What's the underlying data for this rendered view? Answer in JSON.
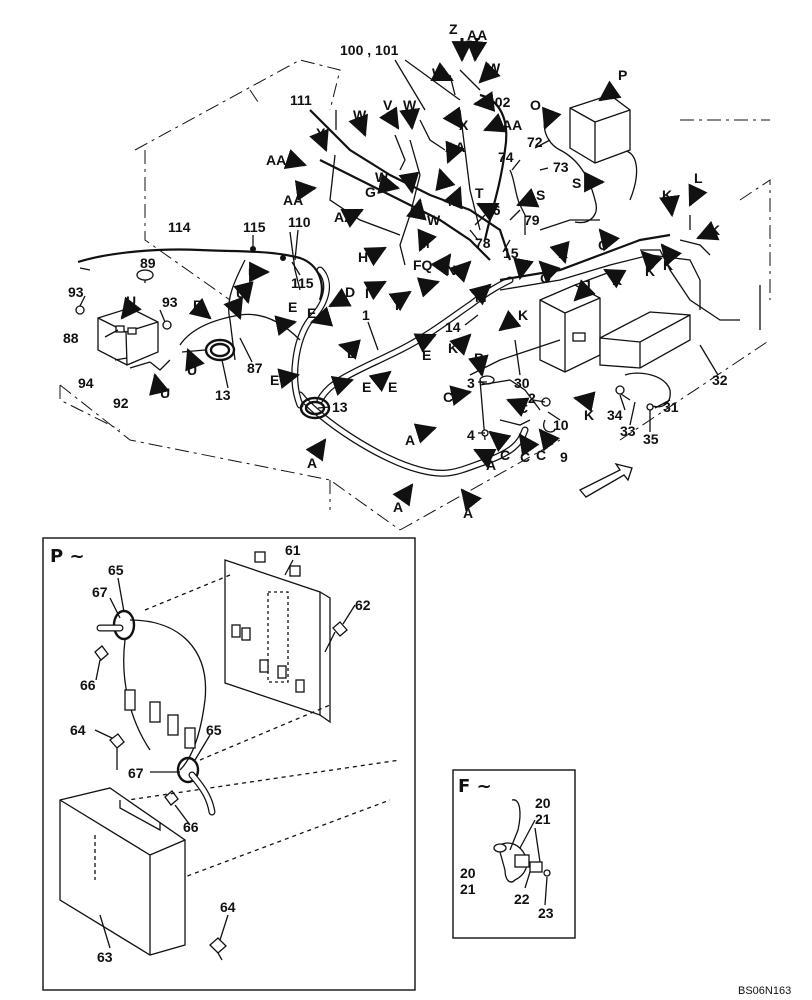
{
  "drawing_code": "BS06N163",
  "insets": {
    "p": {
      "title": "P ~"
    },
    "f": {
      "title": "F ~"
    }
  },
  "callouts": {
    "c100_101": "100 , 101",
    "c102": "102",
    "c111": "111",
    "c114": "114",
    "c115a": "115",
    "c110": "110",
    "c115b": "115",
    "c89": "89",
    "c93a": "93",
    "c93b": "93",
    "c88": "88",
    "c94": "94",
    "c92": "92",
    "c87": "87",
    "c13a": "13",
    "c13b": "13",
    "c1": "1",
    "c72": "72",
    "c74": "74",
    "c73": "73",
    "c86": "86",
    "c79": "79",
    "c78": "78",
    "c15": "15",
    "c14": "14",
    "c30": "30",
    "c3": "3",
    "c2": "2",
    "c4": "4",
    "c10": "10",
    "c9": "9",
    "c34": "34",
    "c33": "33",
    "c35": "35",
    "c31": "31",
    "c32": "32",
    "c61": "61",
    "c62": "62",
    "c65a": "65",
    "c67a": "67",
    "c66a": "66",
    "c64a": "64",
    "c65b": "65",
    "c67b": "67",
    "c66b": "66",
    "c64b": "64",
    "c63": "63",
    "c20a": "20",
    "c21a": "21",
    "c20b": "20",
    "c21b": "21",
    "c22": "22",
    "c23": "23"
  },
  "arrow_letters": {
    "z": "Z",
    "aa_top": "AA",
    "w1": "W",
    "w2": "W",
    "y": "Y",
    "v": "V",
    "w3": "W",
    "w4": "W",
    "aa1": "AA",
    "aa2": "AA",
    "aa3": "AA",
    "aa4": "AA",
    "aa5": "AA",
    "o_top": "O",
    "p": "P",
    "w5": "W",
    "x": "X",
    "g": "G",
    "w6": "W",
    "m1": "M",
    "t": "T",
    "s1": "S",
    "s2": "S",
    "h": "H",
    "m2": "M",
    "fq": "FQ",
    "n": "N",
    "k1": "K",
    "l": "L",
    "k2": "K",
    "k3": "K",
    "k4": "K",
    "o1": "O",
    "k5": "K",
    "o2": "O",
    "j": "J",
    "k6": "K",
    "i1": "I",
    "i2": "I",
    "e1": "E",
    "m3": "M",
    "d": "D",
    "e2": "E",
    "e3": "E",
    "e4": "E",
    "e5": "E",
    "e6": "E",
    "e7": "E",
    "e8": "E",
    "e9": "E",
    "u1": "U",
    "u2": "U",
    "u3": "U",
    "u4": "U",
    "u5": "U",
    "k7": "K",
    "k8": "K",
    "b": "B",
    "c1": "C",
    "c2": "C",
    "c3": "C",
    "c4": "C",
    "c5": "C",
    "k9": "K",
    "a1": "A",
    "a2": "A",
    "a3": "A",
    "a4": "A",
    "a5": "A"
  }
}
